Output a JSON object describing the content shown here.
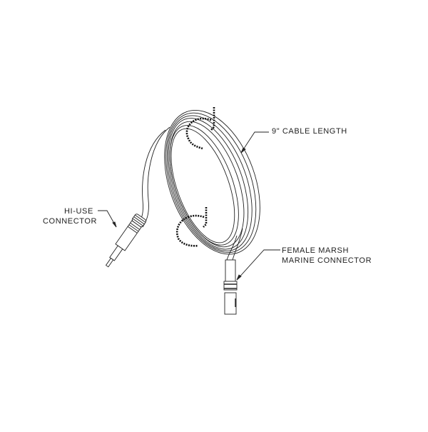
{
  "diagram": {
    "subject": "coiled cable with connectors",
    "callouts": [
      {
        "id": "cable_length",
        "lines": [
          "9\" CABLE LENGTH"
        ]
      },
      {
        "id": "hi_use",
        "lines": [
          "HI-USE",
          "CONNECTOR"
        ]
      },
      {
        "id": "female_marsh",
        "lines": [
          "FEMALE MARSH",
          "MARINE CONNECTOR"
        ]
      }
    ],
    "colors": {
      "line": "#222222",
      "background": "#ffffff"
    }
  }
}
